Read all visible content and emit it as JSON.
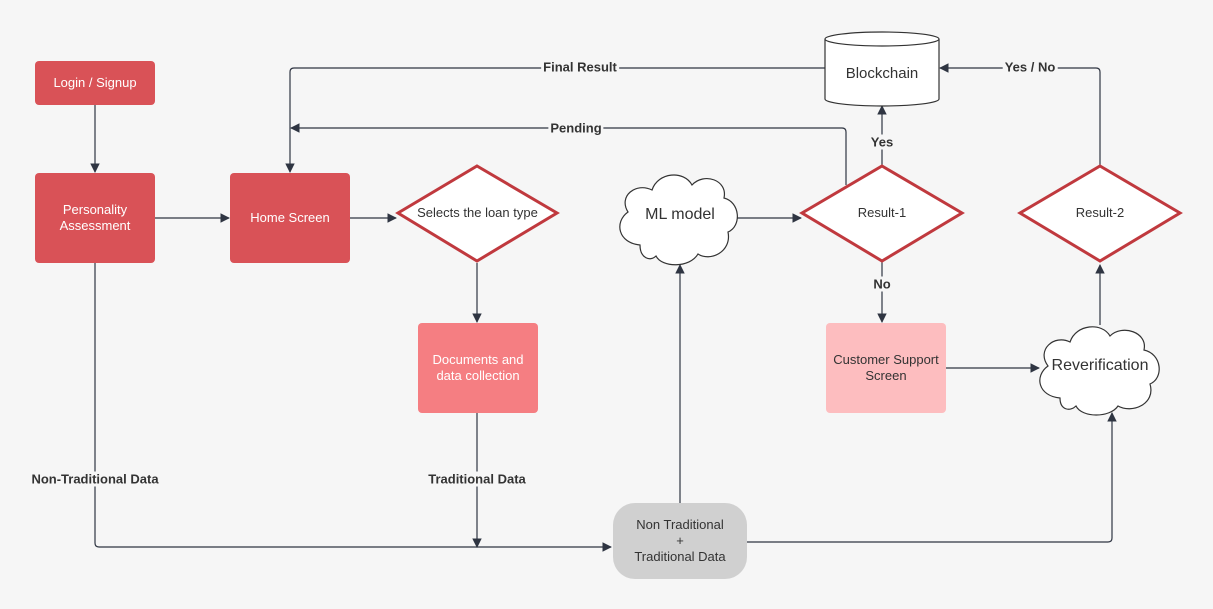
{
  "colors": {
    "primary_red": "#d95257",
    "doc_pink": "#f57e82",
    "support_pink": "#fdbdbf",
    "diamond_border": "#c0393e",
    "grey_node": "#d0d0d0",
    "line": "#2f3542",
    "background": "#f6f6f6"
  },
  "nodes": {
    "login": "Login / Signup",
    "personality": "Personality\nAssessment",
    "home": "Home Screen",
    "loan_type": "Selects the loan type",
    "documents": "Documents and\ndata collection",
    "ml_model": "ML model",
    "result1": "Result-1",
    "result2": "Result-2",
    "blockchain": "Blockchain",
    "customer_support": "Customer Support\nScreen",
    "reverification": "Reverification",
    "combined_data": "Non Traditional\n+\nTraditional Data"
  },
  "edge_labels": {
    "final_result": "Final Result",
    "pending": "Pending",
    "yes_no": "Yes / No",
    "yes": "Yes",
    "no": "No",
    "non_traditional": "Non-Traditional Data",
    "traditional": "Traditional Data"
  }
}
